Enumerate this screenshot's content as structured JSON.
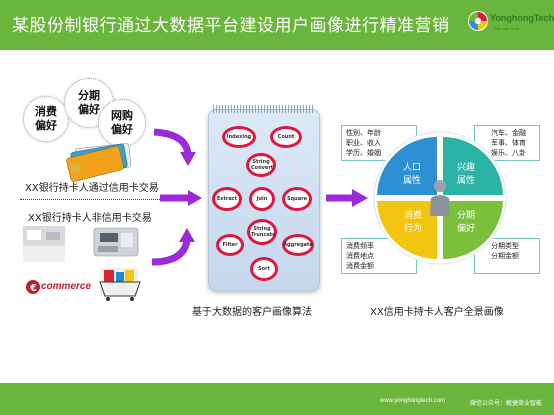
{
  "header": {
    "title": "某股份制银行通过大数据平台建设用户画像进行精准营销",
    "logo_name": "YonghongTech",
    "logo_slogan": "Talk with Data"
  },
  "left": {
    "bubbles": [
      {
        "text": "消费偏好"
      },
      {
        "text": "分期偏好"
      },
      {
        "text": "网购偏好"
      }
    ],
    "card_caption": "XX银行持卡人通过信用卡交易",
    "noncard_caption": "XX银行持卡人非信用卡交易",
    "ecommerce_label": "commerce"
  },
  "algorithm": {
    "nodes": [
      "Indexing",
      "Count",
      "String Convert",
      "Extract",
      "Join",
      "Square",
      "String Truncate",
      "Filter",
      "Aggregate",
      "Sort"
    ],
    "caption": "基于大数据的客户画像算法"
  },
  "profile": {
    "quadrants": [
      {
        "label": "人口属性",
        "color": "#2e8fd3"
      },
      {
        "label": "兴趣属性",
        "color": "#2bb4a5"
      },
      {
        "label": "消费行为",
        "color": "#f2c511"
      },
      {
        "label": "分期偏好",
        "color": "#7cbf3b"
      }
    ],
    "boxes": {
      "top_left": [
        "性别、年龄",
        "职业、收入",
        "学历、婚姻"
      ],
      "top_right": [
        "汽车、金融",
        "军事、体育",
        "娱乐、八卦"
      ],
      "bottom_left": [
        "消费频率",
        "消费地点",
        "消费金额"
      ],
      "bottom_right": [
        "分期类型",
        "分期金额"
      ]
    },
    "caption": "XX信用卡持卡人客户全景画像"
  },
  "footer": {
    "url": "www.yonghongtech.com",
    "wechat": "微信公众号：敏捷商业智能"
  },
  "colors": {
    "brand_green": "#6ab53c",
    "arrow_purple": "#9b2ad8",
    "node_red": "#e0163c"
  }
}
